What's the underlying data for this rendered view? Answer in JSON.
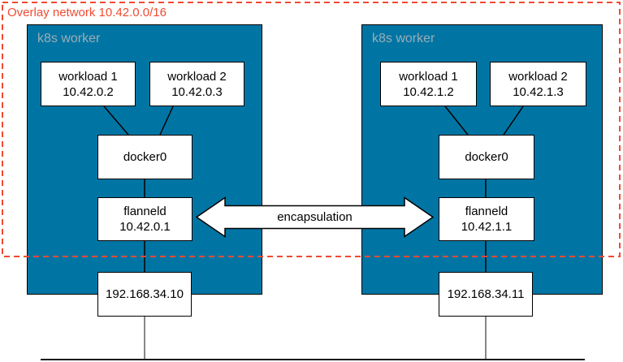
{
  "diagram": {
    "overlay_label": "Overlay network 10.42.0.0/16",
    "encapsulation_label": "encapsulation",
    "workers": [
      {
        "title": "k8s worker",
        "workloads": [
          {
            "name": "workload 1",
            "ip": "10.42.0.2"
          },
          {
            "name": "workload 2",
            "ip": "10.42.0.3"
          }
        ],
        "bridge": "docker0",
        "flanneld": {
          "name": "flanneld",
          "ip": "10.42.0.1"
        },
        "host_ip": "192.168.34.10"
      },
      {
        "title": "k8s worker",
        "workloads": [
          {
            "name": "workload 1",
            "ip": "10.42.1.2"
          },
          {
            "name": "workload 2",
            "ip": "10.42.1.3"
          }
        ],
        "bridge": "docker0",
        "flanneld": {
          "name": "flanneld",
          "ip": "10.42.1.1"
        },
        "host_ip": "192.168.34.11"
      }
    ],
    "colors": {
      "worker_bg": "#0075a4",
      "overlay_red": "#ef4b32",
      "worker_title": "#9badb6"
    }
  }
}
